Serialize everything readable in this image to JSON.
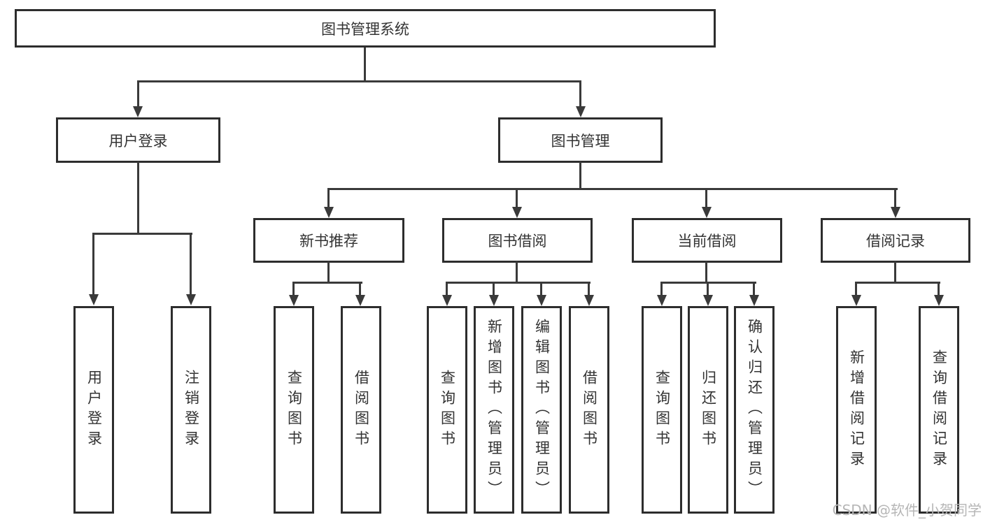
{
  "diagram": {
    "root": "图书管理系统",
    "children": [
      {
        "label": "用户登录",
        "children": [
          "用户登录",
          "注销登录"
        ]
      },
      {
        "label": "图书管理",
        "children": [
          {
            "label": "新书推荐",
            "children": [
              "查询图书",
              "借阅图书"
            ]
          },
          {
            "label": "图书借阅",
            "children": [
              "查询图书",
              "新增图书（管理员）",
              "编辑图书（管理员）",
              "借阅图书"
            ]
          },
          {
            "label": "当前借阅",
            "children": [
              "查询图书",
              "归还图书",
              "确认归还（管理员）"
            ]
          },
          {
            "label": "借阅记录",
            "children": [
              "新增借阅记录",
              "查询借阅记录"
            ]
          }
        ]
      }
    ]
  },
  "colors": {
    "line": "#3a3a3a",
    "border": "#2d2d2d",
    "text": "#333333",
    "watermark": "#b6b6b6",
    "background": "#ffffff"
  },
  "watermark": "CSDN @软件_小贺同学"
}
